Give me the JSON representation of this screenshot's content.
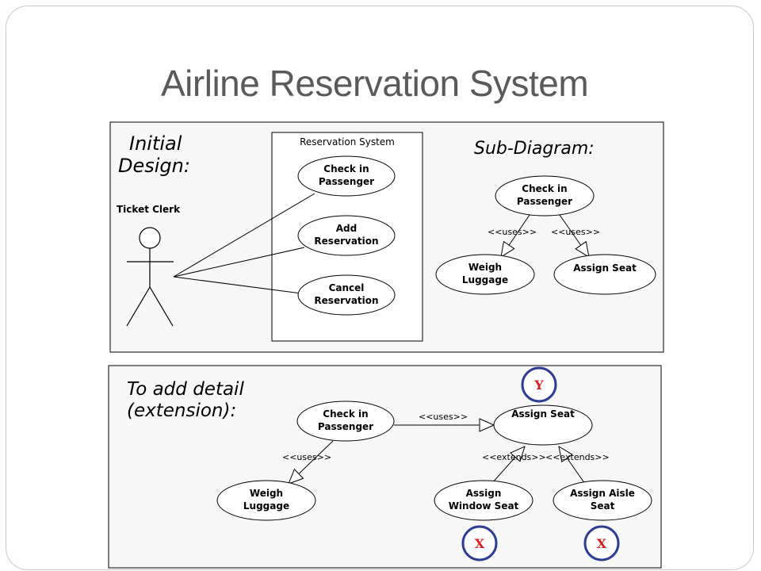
{
  "title": "Airline Reservation System",
  "top_panel": {
    "initial_design": [
      "Initial",
      "Design:"
    ],
    "actor_label": "Ticket Clerk",
    "system_label": "Reservation System",
    "uc_checkin": [
      "Check in",
      "Passenger"
    ],
    "uc_add": [
      "Add",
      "Reservation"
    ],
    "uc_cancel": [
      "Cancel",
      "Reservation"
    ],
    "sub_diagram": "Sub-Diagram:",
    "sub_checkin": [
      "Check in",
      "Passenger"
    ],
    "uses_left": "<<uses>>",
    "uses_right": "<<uses>>",
    "sub_weigh": [
      "Weigh",
      "Luggage"
    ],
    "sub_assign": "Assign Seat"
  },
  "bottom_panel": {
    "heading": [
      "To add detail",
      "(extension):"
    ],
    "checkin": [
      "Check in",
      "Passenger"
    ],
    "uses_to_assign": "<<uses>>",
    "assign_seat": "Assign Seat",
    "uses_to_weigh": "<<uses>>",
    "extends_a": "<<extends>>",
    "extends_b": "<<extends>>",
    "weigh": [
      "Weigh",
      "Luggage"
    ],
    "window": [
      "Assign",
      "Window Seat"
    ],
    "aisle": [
      "Assign Aisle",
      "Seat"
    ],
    "mark_y": "Y",
    "mark_x1": "X",
    "mark_x2": "X"
  },
  "colors": {
    "mark_red": "#d61f1f",
    "mark_ring": "#2e3d8f",
    "panel_bg": "#f7f7f7"
  }
}
